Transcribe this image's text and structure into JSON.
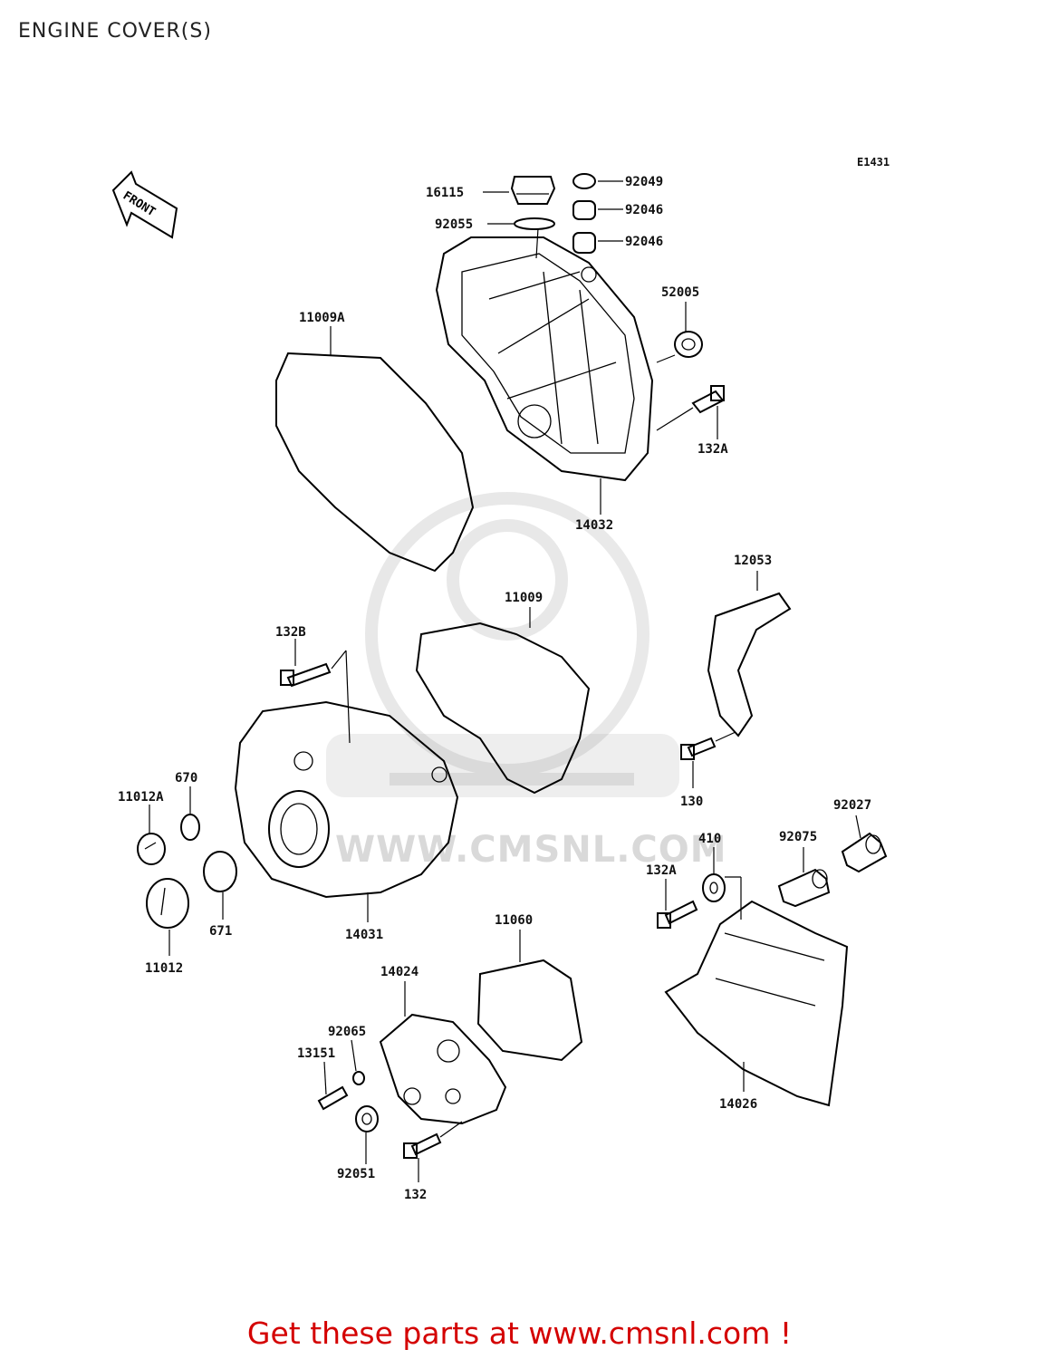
{
  "title": "ENGINE COVER(S)",
  "diagram_code": "E1431",
  "front_label": "FRONT",
  "watermark": "WWW.CMSNL.COM",
  "promo_text": "Get these parts at www.cmsnl.com !",
  "parts": [
    {
      "id": "p16115",
      "label": "16115"
    },
    {
      "id": "p92049",
      "label": "92049"
    },
    {
      "id": "p92055",
      "label": "92055"
    },
    {
      "id": "p92046a",
      "label": "92046"
    },
    {
      "id": "p92046b",
      "label": "92046"
    },
    {
      "id": "p52005",
      "label": "52005"
    },
    {
      "id": "p11009A",
      "label": "11009A"
    },
    {
      "id": "p132Atop",
      "label": "132A"
    },
    {
      "id": "p14032",
      "label": "14032"
    },
    {
      "id": "p12053",
      "label": "12053"
    },
    {
      "id": "p11009",
      "label": "11009"
    },
    {
      "id": "p132B",
      "label": "132B"
    },
    {
      "id": "p130",
      "label": "130"
    },
    {
      "id": "p670",
      "label": "670"
    },
    {
      "id": "p11012A",
      "label": "11012A"
    },
    {
      "id": "p92027",
      "label": "92027"
    },
    {
      "id": "p92075",
      "label": "92075"
    },
    {
      "id": "p410",
      "label": "410"
    },
    {
      "id": "p132Amid",
      "label": "132A"
    },
    {
      "id": "p671",
      "label": "671"
    },
    {
      "id": "p14031",
      "label": "14031"
    },
    {
      "id": "p11060",
      "label": "11060"
    },
    {
      "id": "p11012",
      "label": "11012"
    },
    {
      "id": "p14024",
      "label": "14024"
    },
    {
      "id": "p92065",
      "label": "92065"
    },
    {
      "id": "p13151",
      "label": "13151"
    },
    {
      "id": "p14026",
      "label": "14026"
    },
    {
      "id": "p92051",
      "label": "92051"
    },
    {
      "id": "p132",
      "label": "132"
    }
  ]
}
